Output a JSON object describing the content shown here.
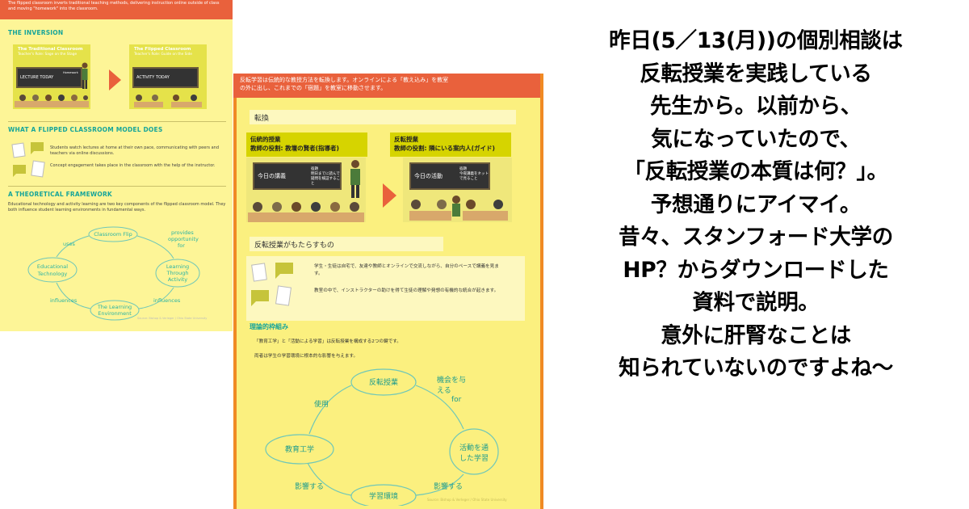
{
  "english_infographic": {
    "top_text": "The flipped classroom inverts traditional teaching methods, delivering instruction online outside of class and moving \"homework\" into the classroom.",
    "inversion_heading": "THE INVERSION",
    "traditional": {
      "title": "The Traditional Classroom",
      "subtitle": "Teacher's Role: Sage on the Stage",
      "board": "LECTURE TODAY",
      "board_note": "Homework"
    },
    "flipped": {
      "title": "The Flipped Classroom",
      "subtitle": "Teacher's Role: Guide on the Side",
      "board": "ACTIVITY TODAY"
    },
    "does_heading": "WHAT A FLIPPED CLASSROOM MODEL DOES",
    "bullets": [
      "Students watch lectures at home at their own pace, communicating with peers and teachers via online discussions.",
      "Concept engagement takes place in the classroom with the help of the instructor."
    ],
    "framework_heading": "A THEORETICAL FRAMEWORK",
    "framework_text": "Educational technology and activity learning are two key components of the flipped classroom model. They both influence student learning environments in fundamental ways.",
    "cycle": {
      "flip": "Classroom Flip",
      "provides": "provides",
      "opportunity": "opportunity",
      "for": "for",
      "uses": "uses",
      "edtech_1": "Educational",
      "edtech_2": "Technology",
      "learning_1": "Learning",
      "learning_2": "Through",
      "learning_3": "Activity",
      "env_1": "The Learning",
      "env_2": "Environment",
      "influences_left": "influences",
      "influences_right": "influences"
    },
    "source": "Source: Bishop & Verleger / Ohio State University"
  },
  "japanese_infographic": {
    "top_text_1": "反転学習は伝統的な教授方法を転換します。オンラインによる「教え込み」を教室",
    "top_text_2": "の外に出し、これまでの「宿題」を教室に移動させます。",
    "inversion_heading": "転換",
    "traditional_role_1": "伝統的授業",
    "traditional_role_2": "教師の役割: 教壇の賢者(指導者)",
    "flipped_role_1": "反転授業",
    "flipped_role_2": "教師の役割: 隣にいる案内人(ガイド)",
    "board_left": "今日の講義",
    "board_left_note_title": "宿題",
    "board_left_note": "明日までに読んで疑問を検証すること",
    "board_right": "今日の活動",
    "board_right_note_title": "宿題",
    "board_right_note": "今夜講義をネットで見ること",
    "does_heading": "反転授業がもたらすもの",
    "bullet_1": "学生・生徒は自宅で、友達や教師とオンラインで交流しながら、自分のペースで講義を見ます。",
    "bullet_2": "教室の中で、インストラクターの助けを得て生徒の理解や発想の有機的な統合が起きます。",
    "framework_heading": "理論的枠組み",
    "framework_text_1": "「教育工学」と「活動による学習」は反転授業を構成する2つの鍵です。",
    "framework_text_2": "両者は学生の学習環境に根本的な影響を与えます。",
    "cycle": {
      "flip": "反転授業",
      "provides_1": "機会を与",
      "provides_2": "える",
      "for": "for",
      "uses": "使用",
      "edtech": "教育工学",
      "active_1": "活動を通",
      "active_2": "した学習",
      "influences_left": "影響する",
      "influences_right": "影響する",
      "env": "学習環境"
    },
    "source": "Source: Bishop & Verleger / Ohio State University"
  },
  "commentary": {
    "lines": [
      "昨日(5／13(月))の個別相談は",
      "反転授業を実践している",
      "先生から。以前から、",
      "気になっていたので、",
      "「反転授業の本質は何？」。",
      "予想通りにアイマイ。",
      "昔々、スタンフォード大学の",
      "HP？からダウンロードした",
      "資料で説明。",
      "意外に肝腎なことは",
      "知られていないのですよね〜"
    ]
  },
  "colors": {
    "orange_banner": "#e9613c",
    "teal": "#17a59a",
    "english_bg": "#fdf597",
    "japanese_bg": "#fbf07f",
    "olive_label": "#d6d400"
  }
}
